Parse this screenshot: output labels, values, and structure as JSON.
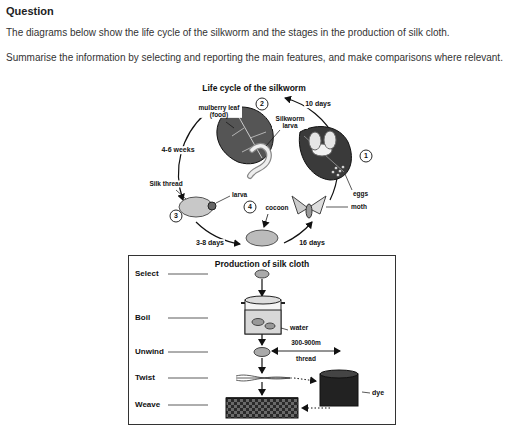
{
  "diagram": {
    "nodes": [
      {
        "text": [
          "Production of silk cloth"
        ]
      }
    ],
    "labels": [
      "Question",
      "The diagrams below show the life cycle of the silkworm and the stages in the production of silk cloth.",
      "Summarise the information by selecting and reporting the main features, and make comparisons where relevant.",
      "Life cycle of the silkworm",
      "mulberry leaf (food)",
      "Silkworm larva",
      "10 days",
      "1",
      "2",
      "eggs",
      "moth",
      "4-6 weeks",
      "Silk thread",
      "larva",
      "3",
      "cocoon",
      "4",
      "3-8 days",
      "16 days",
      "Select",
      "Boil",
      "water",
      "300-900m",
      "thread",
      "Unwind",
      "Twist",
      "dye",
      "Weave"
    ]
  }
}
